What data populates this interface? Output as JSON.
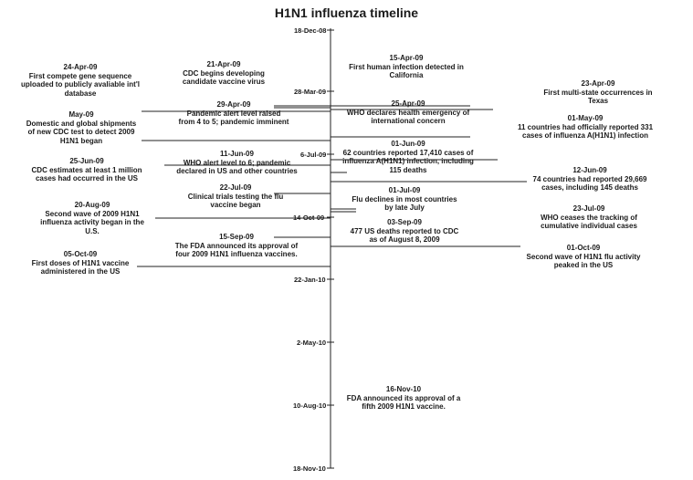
{
  "title": "H1N1 influenza timeline",
  "axis": {
    "ticks": [
      "18-Dec-08",
      "28-Mar-09",
      "6-Jul-09",
      "14-Oct-09",
      "22-Jan-10",
      "2-May-10",
      "10-Aug-10",
      "18-Nov-10"
    ]
  },
  "events": [
    {
      "date": "24-Apr-09",
      "text": "First compete gene sequence uploaded to publicly avaliable int'l database"
    },
    {
      "date": "21-Apr-09",
      "text": "CDC begins developing candidate vaccine virus"
    },
    {
      "date": "15-Apr-09",
      "text": "First human infection detected in California"
    },
    {
      "date": "23-Apr-09",
      "text": "First multi-state occurrences in Texas"
    },
    {
      "date": "29-Apr-09",
      "text": "Pandemic alert level raised from 4 to 5; pandemic imminent"
    },
    {
      "date": "25-Apr-09",
      "text": "WHO declares health emergency of international concern"
    },
    {
      "date": "May-09",
      "text": "Domestic and global shipments of new CDC test to detect 2009 H1N1 began"
    },
    {
      "date": "01-May-09",
      "text": "11 countries had officially reported 331 cases of influenza A(H1N1) infection"
    },
    {
      "date": "11-Jun-09",
      "text": "WHO alert level to 6; pandemic declared in US and other  countries"
    },
    {
      "date": "01-Jun-09",
      "text": "62 countries reported 17,410 cases of influenza A(H1N1) infection, including 115 deaths"
    },
    {
      "date": "25-Jun-09",
      "text": "CDC estimates at least 1 million cases had occurred in the US"
    },
    {
      "date": "12-Jun-09",
      "text": "74 countries had reported 29,669 cases, including 145 deaths"
    },
    {
      "date": "22-Jul-09",
      "text": "Clinical trials testing the flu vaccine began"
    },
    {
      "date": "01-Jul-09",
      "text": "Flu declines in most countries by late July"
    },
    {
      "date": "20-Aug-09",
      "text": "Second wave of 2009 H1N1 influenza activity began in the U.S."
    },
    {
      "date": "23-Jul-09",
      "text": "WHO ceases the tracking of cumulative individual cases"
    },
    {
      "date": "03-Sep-09",
      "text": "477 US deaths reported to CDC as of August 8, 2009"
    },
    {
      "date": "15-Sep-09",
      "text": "The FDA announced its approval of four 2009 H1N1 influenza vaccines."
    },
    {
      "date": "01-Oct-09",
      "text": "Second wave of H1N1 flu activity peaked in the US"
    },
    {
      "date": "05-Oct-09",
      "text": "First doses of H1N1 vaccine administered in the US"
    },
    {
      "date": "16-Nov-10",
      "text": "FDA announced its approval of a fifth 2009 H1N1 vaccine."
    }
  ]
}
